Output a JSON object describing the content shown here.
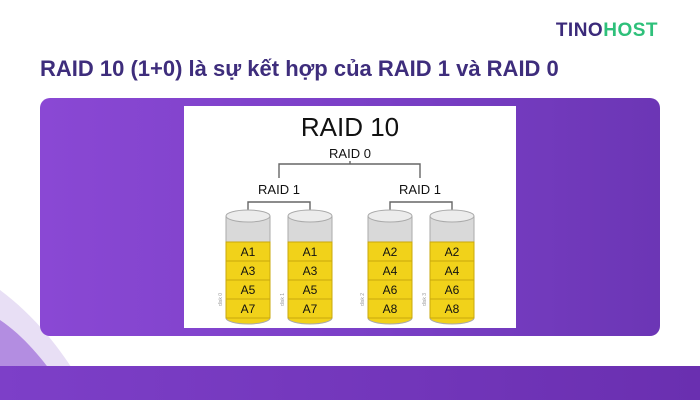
{
  "brand": {
    "part1": "TINO",
    "part2": "HOST"
  },
  "page": {
    "title": "RAID 10 (1+0) là sự kết hợp của RAID 1 và RAID 0"
  },
  "diagram": {
    "title": "RAID 10",
    "root_label": "RAID 0",
    "groups": [
      {
        "label": "RAID 1",
        "disks": [
          {
            "blocks": [
              "A1",
              "A3",
              "A5",
              "A7"
            ],
            "disk_label": "disk 0"
          },
          {
            "blocks": [
              "A1",
              "A3",
              "A5",
              "A7"
            ],
            "disk_label": "disk 1"
          }
        ]
      },
      {
        "label": "RAID 1",
        "disks": [
          {
            "blocks": [
              "A2",
              "A4",
              "A6",
              "A8"
            ],
            "disk_label": "disk 2"
          },
          {
            "blocks": [
              "A2",
              "A4",
              "A6",
              "A8"
            ],
            "disk_label": "disk 3"
          }
        ]
      }
    ]
  },
  "colors": {
    "brand_purple": "#3b2a7a",
    "brand_green": "#2ec07a",
    "panel_purple": "#7a3fc6",
    "block_yellow": "#f1d21a",
    "disk_gray": "#d9d9d9"
  }
}
